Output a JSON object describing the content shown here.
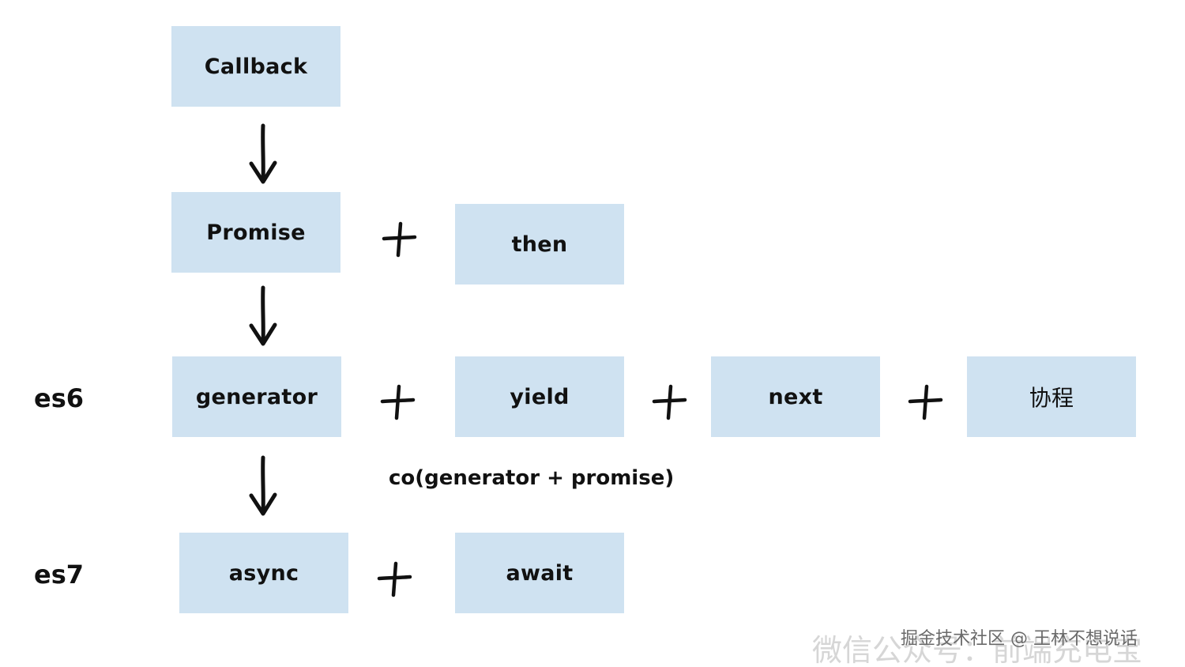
{
  "diagram": {
    "nodes": {
      "callback": "Callback",
      "promise": "Promise",
      "then": "then",
      "generator": "generator",
      "yield": "yield",
      "next": "next",
      "coroutine": "协程",
      "async": "async",
      "await": "await"
    },
    "side_labels": {
      "es6": "es6",
      "es7": "es7"
    },
    "note": "co(generator + promise)",
    "box_color": "#cfe2f1",
    "stroke_color": "#111111",
    "icons": {
      "down_arrow": "down-arrow-icon",
      "plus": "plus-icon"
    }
  },
  "watermark": {
    "back": "微信公众号：前端充电宝",
    "front": "掘金技术社区 @ 王林不想说话"
  }
}
